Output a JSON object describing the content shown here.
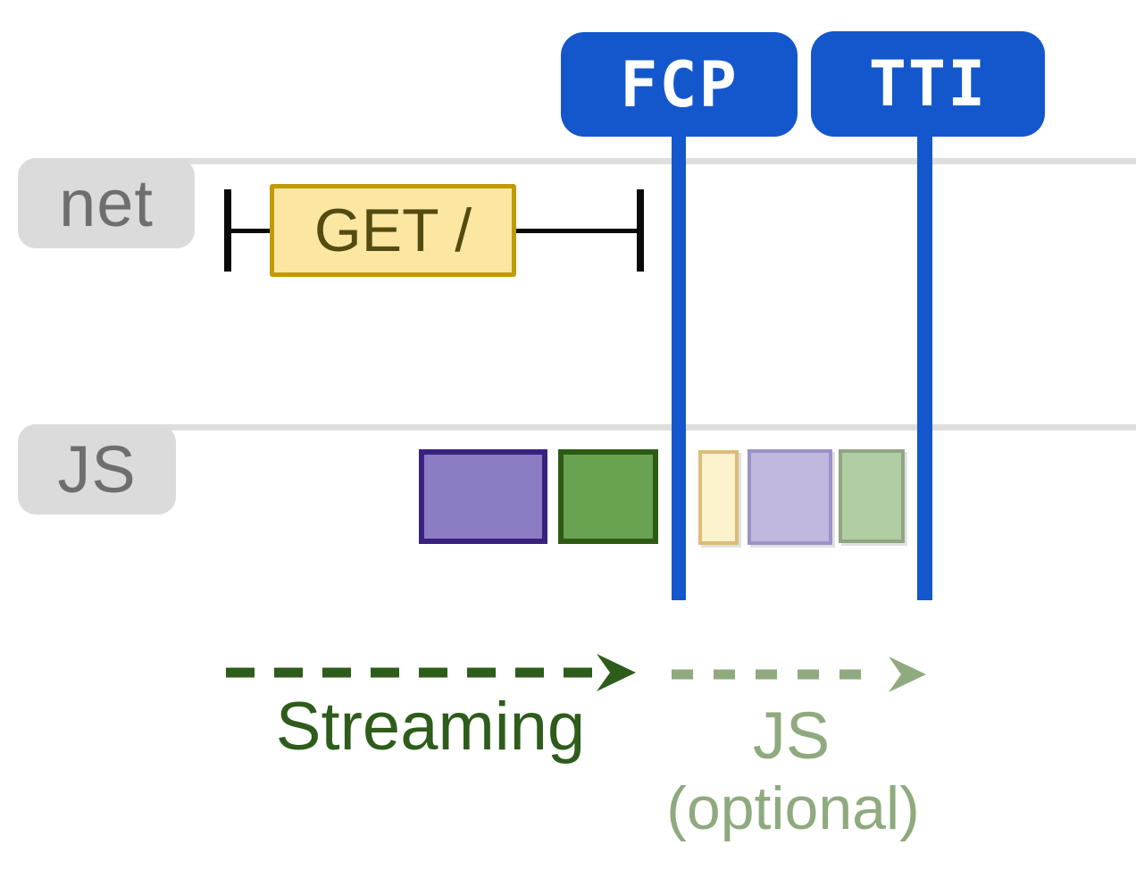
{
  "diagram": {
    "title_hint": "streaming-ssr-timeline",
    "markers": [
      {
        "id": "fcp",
        "label": "FCP"
      },
      {
        "id": "tti",
        "label": "TTI"
      }
    ],
    "lanes": [
      {
        "id": "net",
        "label": "net"
      },
      {
        "id": "js",
        "label": "JS"
      }
    ],
    "network": {
      "request_label": "GET /"
    },
    "js_segments": [
      {
        "name": "js-chunk-purple",
        "phase": "before-fcp",
        "fill": "#8B7CC4",
        "border": "#39217E"
      },
      {
        "name": "js-chunk-green",
        "phase": "before-fcp",
        "fill": "#69A351",
        "border": "#2D5B14"
      },
      {
        "name": "js-chunk-pale-yellow",
        "phase": "after-fcp",
        "fill": "#FCF1CD",
        "border": "#DBBD76"
      },
      {
        "name": "js-chunk-pale-purple",
        "phase": "after-fcp",
        "fill": "#C2B7DF",
        "border": "#9C92C6"
      },
      {
        "name": "js-chunk-pale-green",
        "phase": "after-fcp",
        "fill": "#B1CDA3",
        "border": "#8FA682"
      }
    ],
    "annotations": [
      {
        "id": "streaming",
        "label": "Streaming",
        "sublabel": "",
        "color": "#2E5C1B"
      },
      {
        "id": "js-optional",
        "label": "JS",
        "sublabel": "(optional)",
        "color": "#8FAA7E"
      }
    ],
    "colors": {
      "marker_blue": "#1457CC",
      "lane_gray": "#DEDEDE",
      "tab_gray": "#DBDBDB",
      "tab_text": "#6E6E6E",
      "request_fill": "#FBE7A2",
      "request_border": "#C09B06",
      "request_text": "#544B10",
      "tick_black": "#0a0a0a"
    }
  }
}
